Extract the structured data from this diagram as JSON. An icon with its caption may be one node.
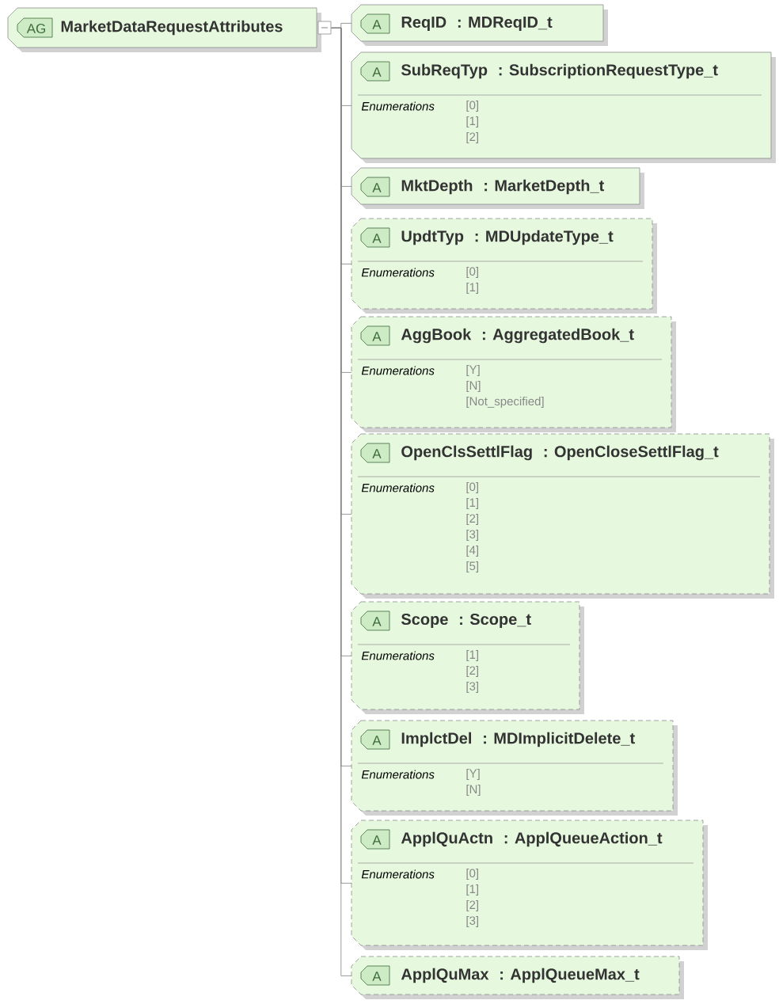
{
  "diagram": {
    "nodes": [
      {
        "text": [
          "AG",
          "MarketDataRequestAttributes"
        ]
      },
      {
        "text": [
          "A",
          "ReqID",
          ": MDReqID_t"
        ]
      },
      {
        "text": [
          "A",
          "SubReqTyp",
          ": SubscriptionRequestType_t",
          "Enumerations",
          "[0]",
          "[1]",
          "[2]"
        ]
      },
      {
        "text": [
          "A",
          "MktDepth",
          ": MarketDepth_t"
        ]
      },
      {
        "text": [
          "A",
          "UpdtTyp",
          ": MDUpdateType_t",
          "Enumerations",
          "[0]",
          "[1]"
        ]
      },
      {
        "text": [
          "A",
          "AggBook",
          ": AggregatedBook_t",
          "Enumerations",
          "[Y]",
          "[N]",
          "[Not_specified]"
        ]
      },
      {
        "text": [
          "A",
          "OpenClsSettlFlag",
          ": OpenCloseSettlFlag_t",
          "Enumerations",
          "[0]",
          "[1]",
          "[2]",
          "[3]",
          "[4]",
          "[5]"
        ]
      },
      {
        "text": [
          "A",
          "Scope",
          ": Scope_t",
          "Enumerations",
          "[1]",
          "[2]",
          "[3]"
        ]
      },
      {
        "text": [
          "A",
          "ImplctDel",
          ": MDImplicitDelete_t",
          "Enumerations",
          "[Y]",
          "[N]"
        ]
      },
      {
        "text": [
          "A",
          "ApplQuActn",
          ": ApplQueueAction_t",
          "Enumerations",
          "[0]",
          "[1]",
          "[2]",
          "[3]"
        ]
      },
      {
        "text": [
          "A",
          "ApplQuMax",
          ": ApplQueueMax_t"
        ]
      }
    ],
    "edges": [
      {
        "from": 0,
        "to": 1,
        "arrow": "none"
      },
      {
        "from": 0,
        "to": 2,
        "arrow": "none"
      },
      {
        "from": 0,
        "to": 3,
        "arrow": "none"
      },
      {
        "from": 0,
        "to": 4,
        "arrow": "none"
      },
      {
        "from": 0,
        "to": 5,
        "arrow": "none"
      },
      {
        "from": 0,
        "to": 6,
        "arrow": "none"
      },
      {
        "from": 0,
        "to": 7,
        "arrow": "none"
      },
      {
        "from": 0,
        "to": 8,
        "arrow": "none"
      },
      {
        "from": 0,
        "to": 9,
        "arrow": "none"
      },
      {
        "from": 0,
        "to": 10,
        "arrow": "none"
      }
    ]
  }
}
